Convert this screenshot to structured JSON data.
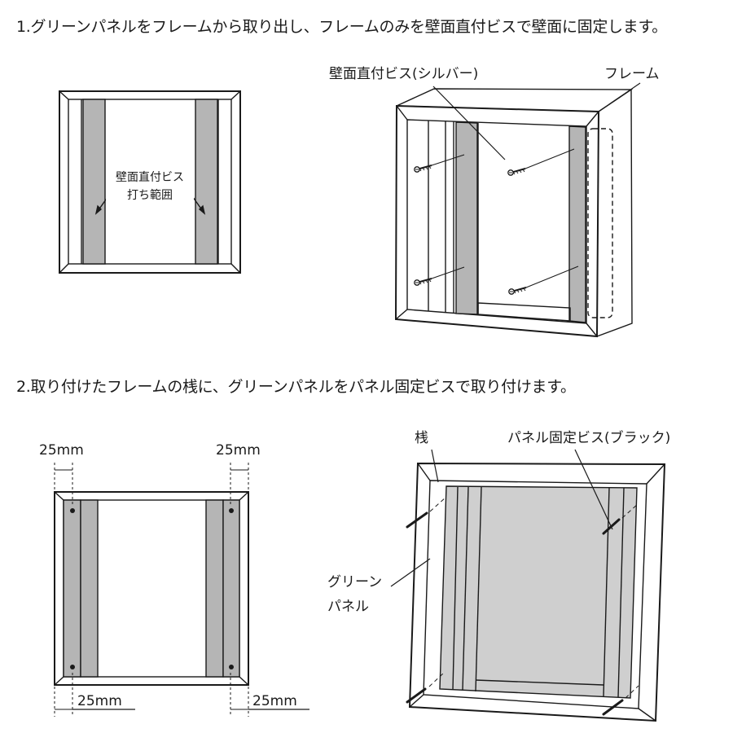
{
  "steps": [
    "1.グリーンパネルをフレームから取り出し、フレームのみを壁面直付ビスで壁面に固定します。",
    "2.取り付けたフレームの桟に、グリーンパネルをパネル固定ビスで取り付けます。"
  ],
  "fig1_front": {
    "area_label_line1": "壁面直付ビス",
    "area_label_line2": "打ち範囲"
  },
  "fig1_perspective": {
    "screw_label": "壁面直付ビス(シルバー)",
    "frame_label": "フレーム"
  },
  "fig2_front": {
    "dim_top_left": "25mm",
    "dim_top_right": "25mm",
    "dim_bottom_left": "25mm",
    "dim_bottom_right": "25mm"
  },
  "fig2_perspective": {
    "rail_label": "桟",
    "screw_label": "パネル固定ビス(ブラック)",
    "panel_label_line1": "グリーン",
    "panel_label_line2": "パネル"
  },
  "colors": {
    "line": "#1a1a1a",
    "rail_gray": "#b5b5b5",
    "panel_gray": "#cfcfcf",
    "background": "#ffffff"
  }
}
